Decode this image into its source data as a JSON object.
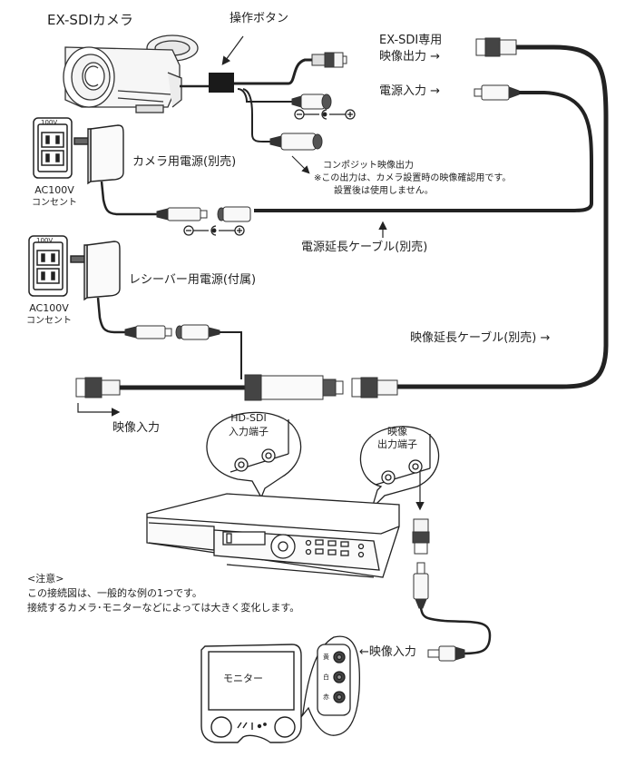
{
  "diagram": {
    "type": "wiring-diagram",
    "labels": {
      "camera": "EX-SDIカメラ",
      "operation_button": "操作ボタン",
      "exsdi_video_out_line1": "EX-SDI専用",
      "exsdi_video_out_line2": "映像出力 →",
      "power_in": "電源入力 →",
      "camera_power_supply": "カメラ用電源(別売)",
      "outlet_top_line1": "AC100V",
      "outlet_top_line2": "コンセント",
      "outlet_rating": "100V",
      "composite_line1": "コンポジット映像出力",
      "composite_line2": "※この出力は、カメラ設置時の映像確認用です。",
      "composite_line3": "設置後は使用しません。",
      "power_extension_arrow": "↑",
      "power_extension_cable": "電源延長ケーブル(別売)",
      "receiver_power_supply": "レシーバー用電源(付属)",
      "outlet_bottom_line1": "AC100V",
      "outlet_bottom_line2": "コンセント",
      "video_extension_cable": "映像延長ケーブル(別売) →",
      "video_input_receiver": "映像入力",
      "hdsdi_in_line1": "HD-SDI",
      "hdsdi_in_line2": "入力端子",
      "video_out_line1": "映像",
      "video_out_line2": "出力端子",
      "note_title": "<注意>",
      "note_line1": "この接続図は、一般的な例の1つです。",
      "note_line2": "接続するカメラ･モニターなどによっては大きく変化します。",
      "monitor": "モニター",
      "monitor_video_input": "←映像入力",
      "jack_yellow": "黄",
      "jack_white": "白",
      "jack_red": "赤",
      "polarity_minus": "−",
      "polarity_plus": "+"
    },
    "icons": {
      "camera": "bullet-camera-icon",
      "outlet": "power-outlet-icon",
      "adapter": "ac-adapter-icon",
      "bnc": "bnc-connector-icon",
      "dc_plug": "dc-plug-icon",
      "recorder": "dvr-recorder-icon",
      "monitor": "monitor-icon"
    }
  }
}
